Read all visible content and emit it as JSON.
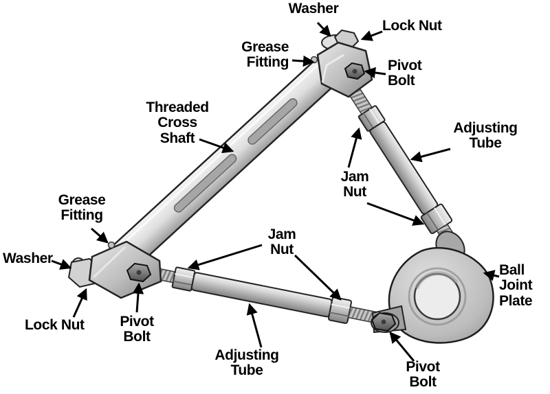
{
  "diagram": {
    "colors": {
      "background": "#ffffff",
      "label_text": "#000000",
      "metal_light": "#f0f0f0",
      "metal_mid": "#c0c0c0",
      "metal_dark": "#7a7a7a",
      "outline": "#222222"
    },
    "labels": {
      "washer_top": {
        "text": "Washer"
      },
      "lock_nut_top": {
        "text": "Lock Nut"
      },
      "grease_fitting_top": {
        "text": "Grease\nFitting"
      },
      "pivot_bolt_top": {
        "text": "Pivot\nBolt"
      },
      "threaded_cross_shaft": {
        "text": "Threaded\nCross\nShaft"
      },
      "adjusting_tube_right": {
        "text": "Adjusting\nTube"
      },
      "jam_nut_right": {
        "text": "Jam\nNut"
      },
      "grease_fitting_left": {
        "text": "Grease\nFitting"
      },
      "washer_left": {
        "text": "Washer"
      },
      "lock_nut_left": {
        "text": "Lock Nut"
      },
      "pivot_bolt_left": {
        "text": "Pivot\nBolt"
      },
      "jam_nut_bottom": {
        "text": "Jam\nNut"
      },
      "adjusting_tube_bottom": {
        "text": "Adjusting\nTube"
      },
      "ball_joint_plate": {
        "text": "Ball\nJoint\nPlate"
      },
      "pivot_bolt_bottom": {
        "text": "Pivot\nBolt"
      }
    }
  }
}
